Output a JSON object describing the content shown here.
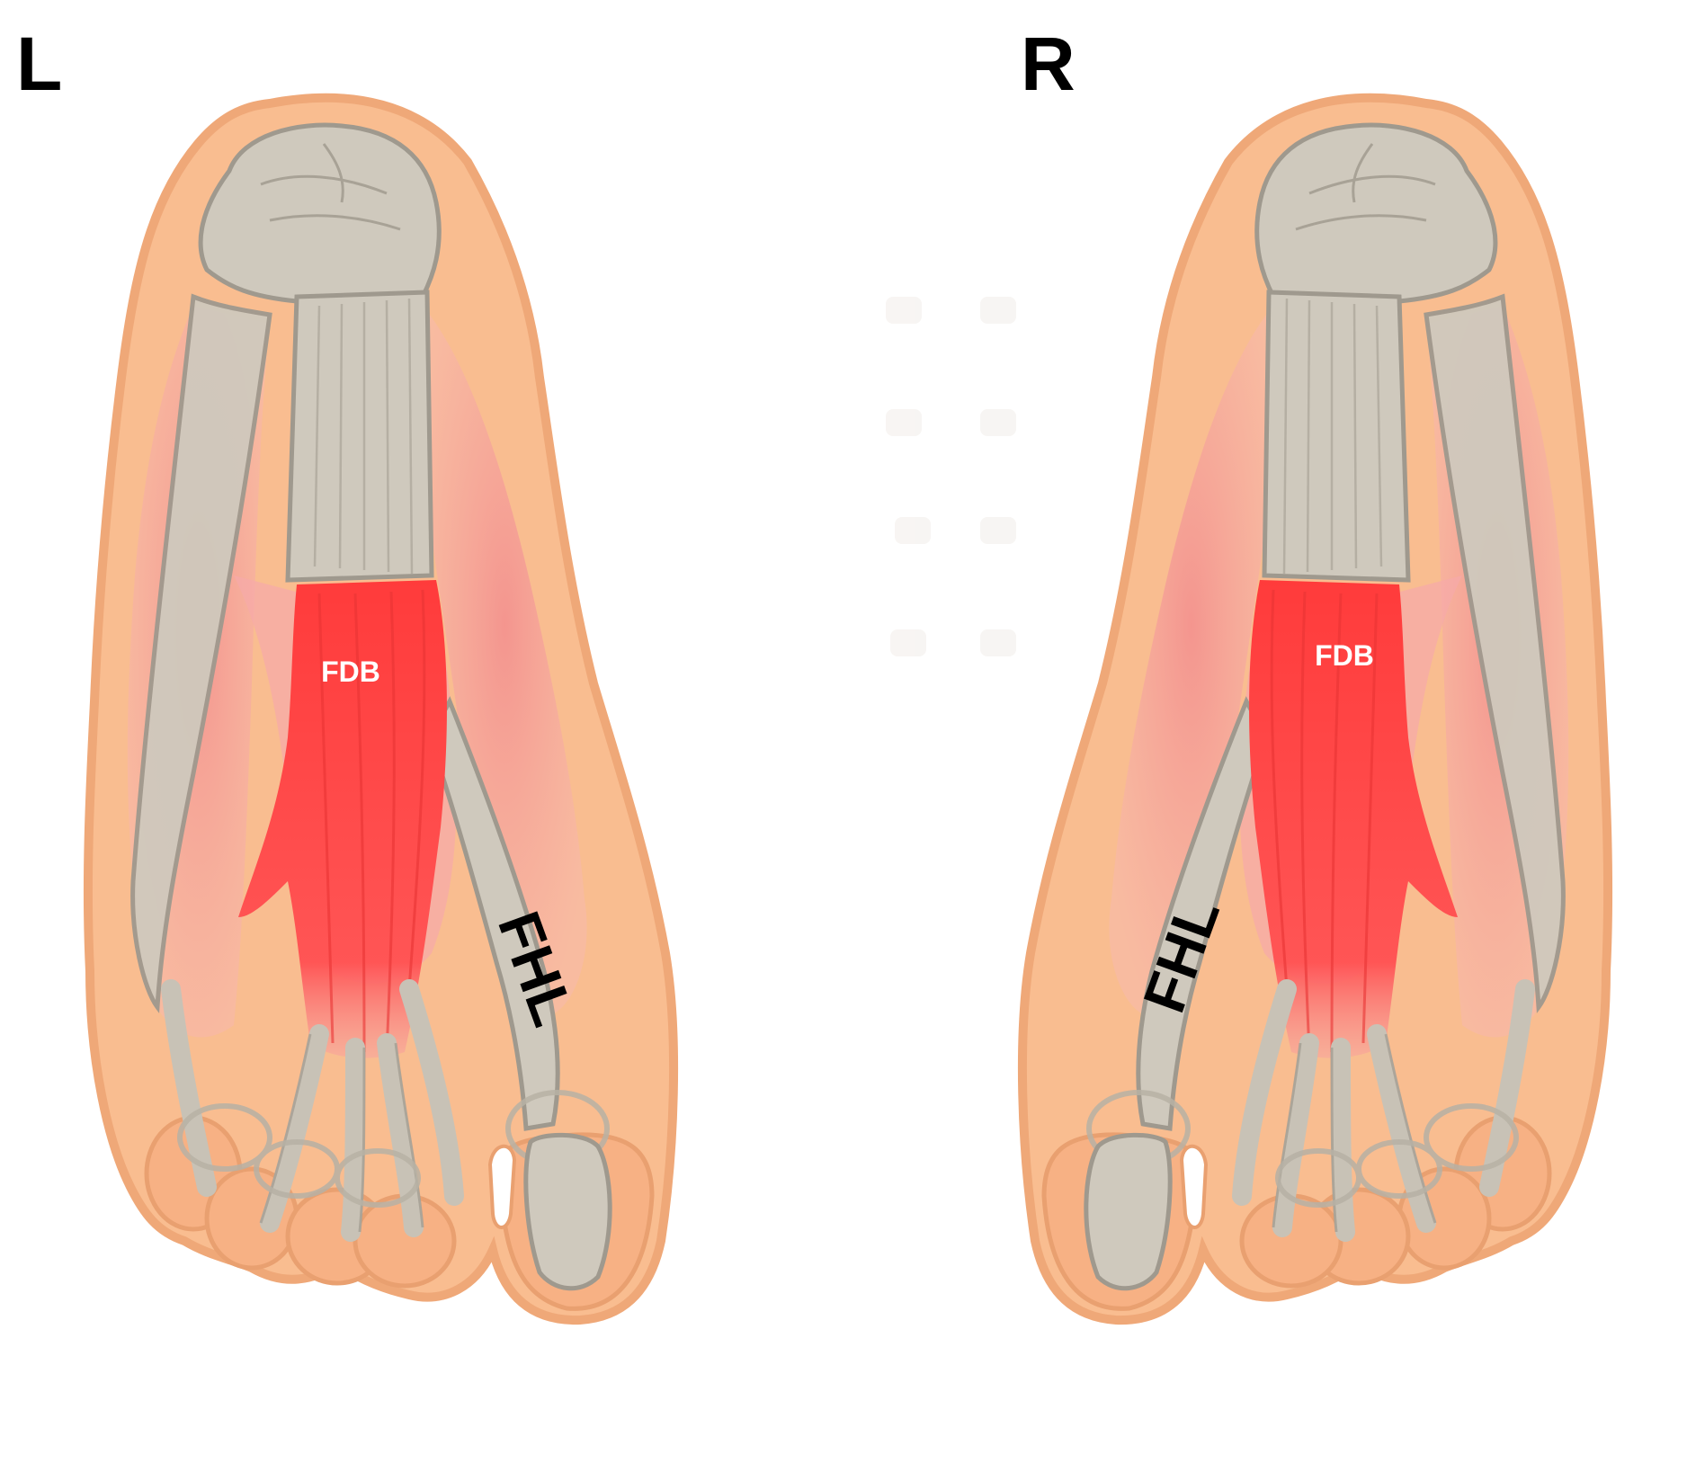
{
  "figure": {
    "left_foot": {
      "side_label": "L",
      "muscle_label": "FDB",
      "tendon_label": "FHL"
    },
    "right_foot": {
      "side_label": "R",
      "muscle_label": "FDB",
      "tendon_label": "FHL"
    },
    "colors": {
      "skin": "#F9BD90",
      "skin_outline": "#EFA878",
      "bone": "#CFC9BD",
      "bone_outline": "#9F998E",
      "muscle": "#F4A3A3",
      "fdb": "#FF4A4A",
      "background": "#FFFFFF"
    }
  }
}
